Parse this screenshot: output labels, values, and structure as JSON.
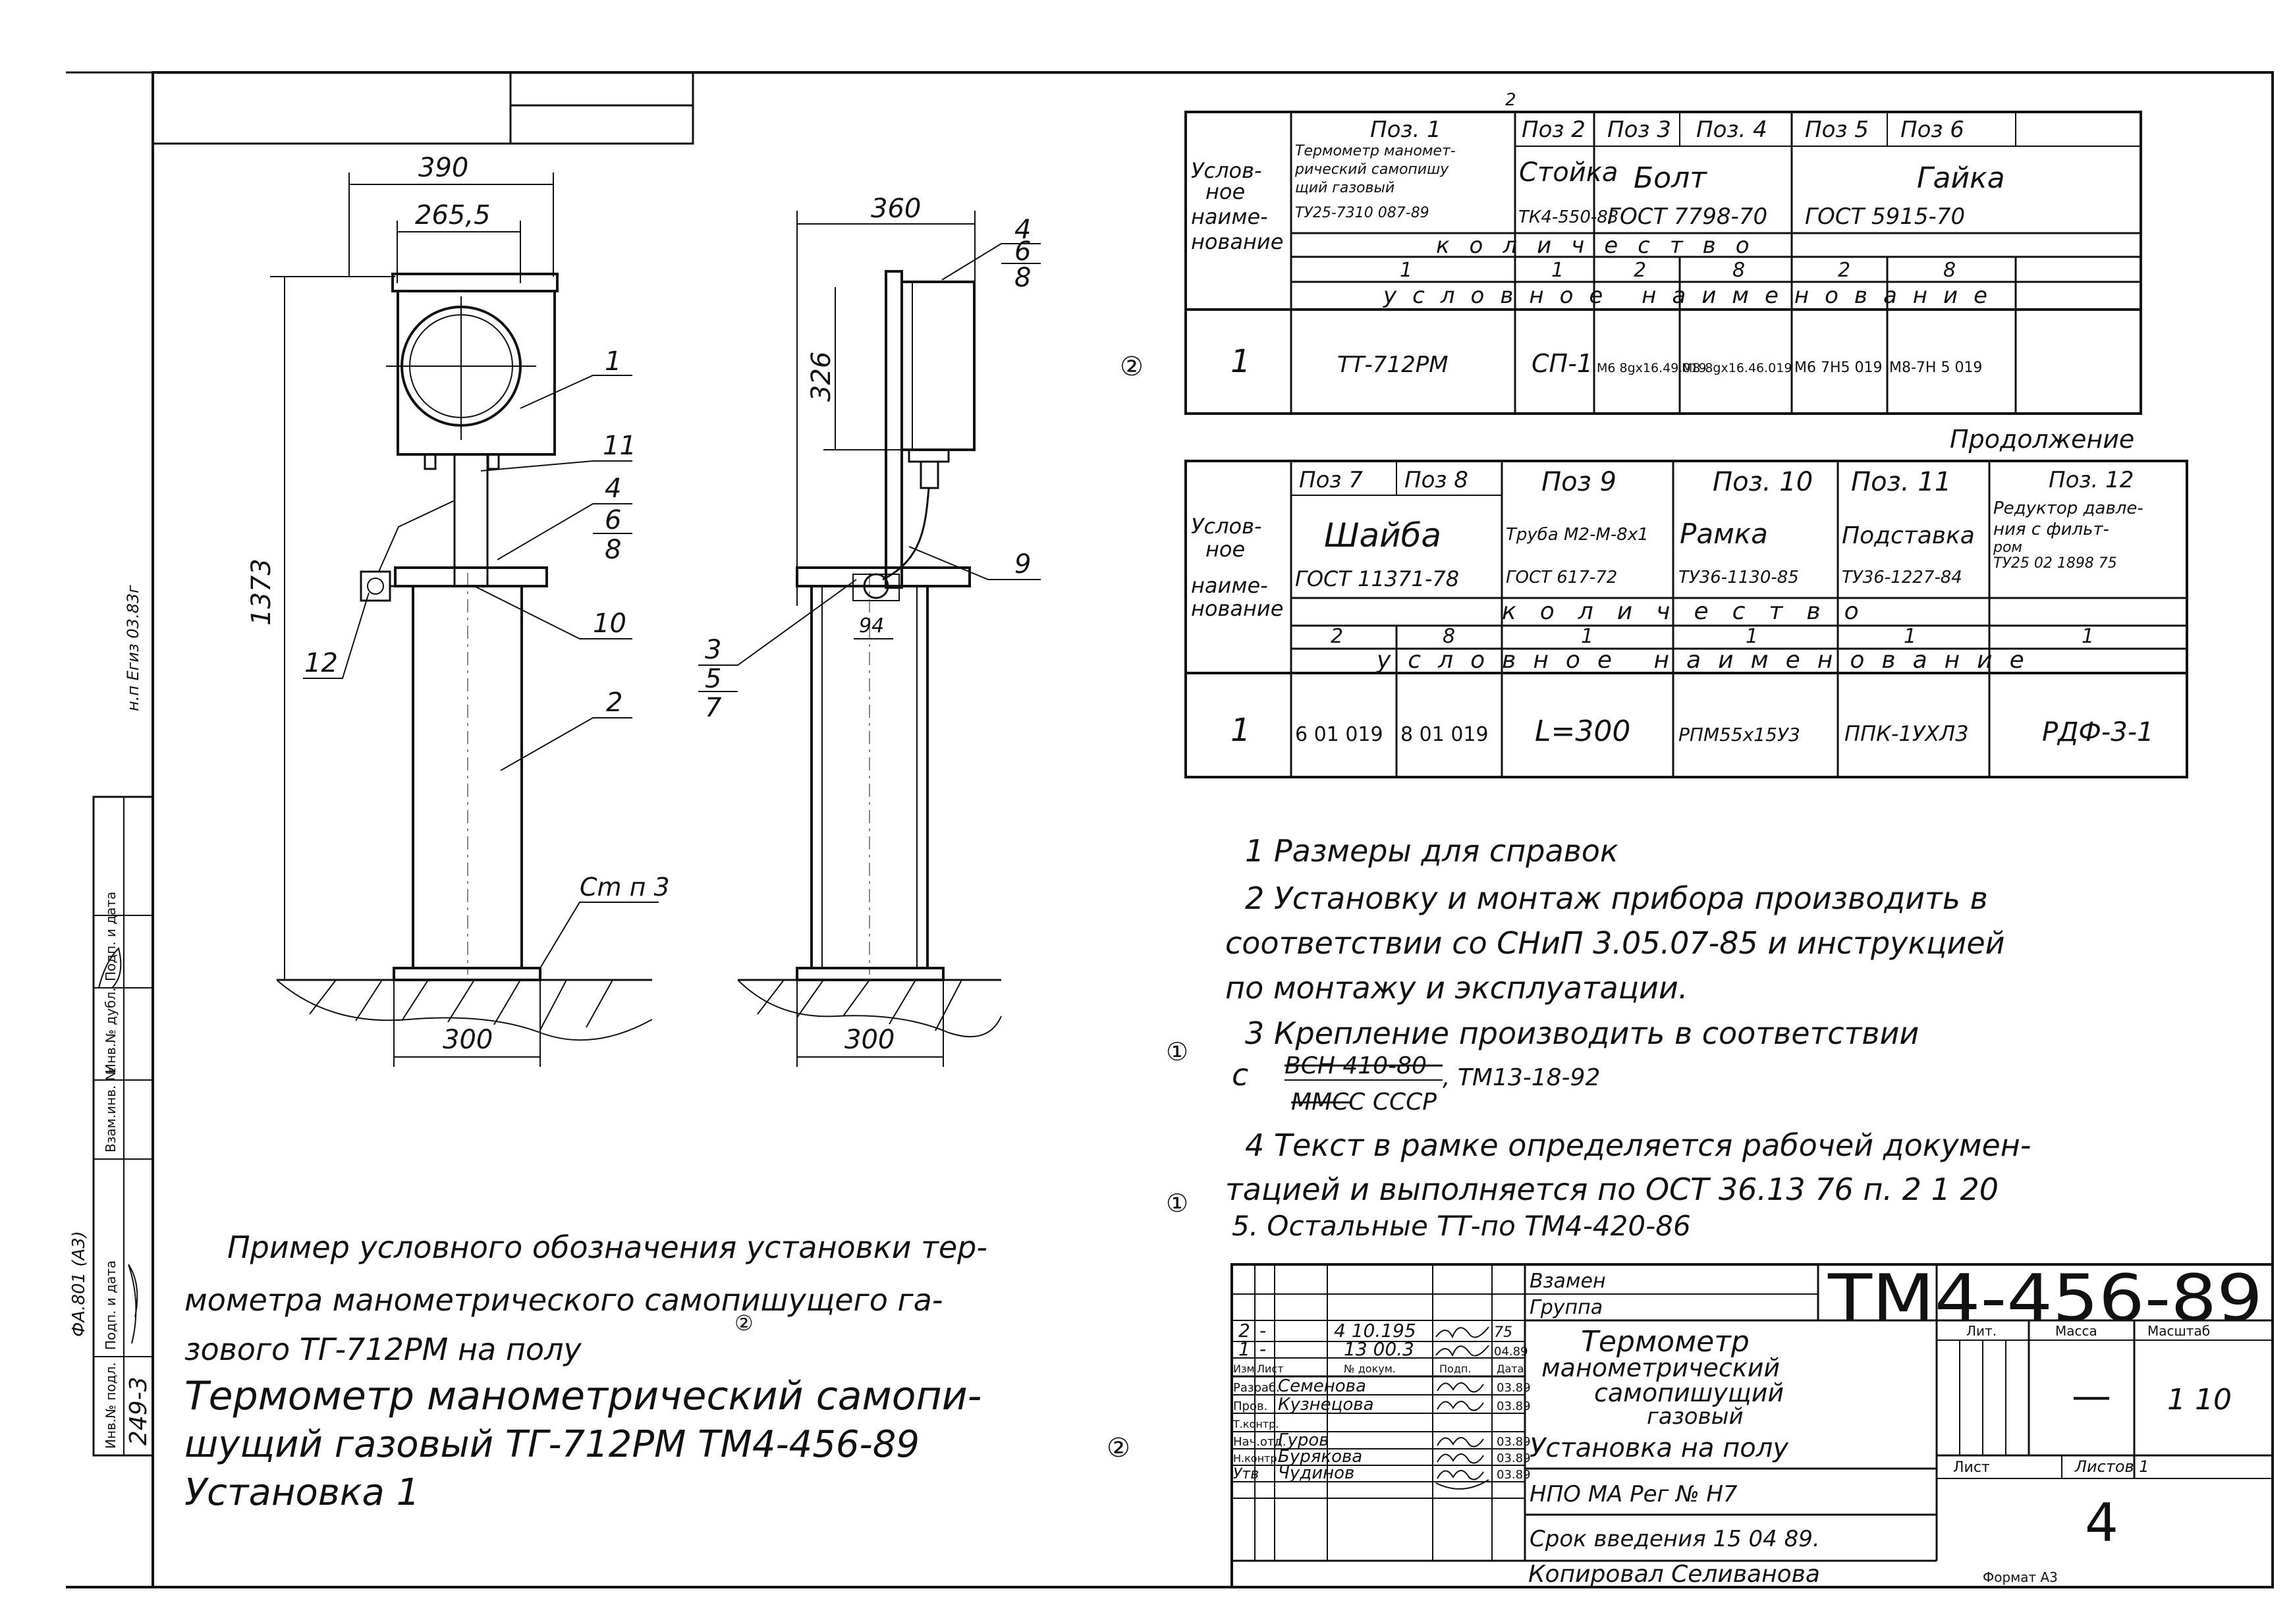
{
  "spec_table_1": {
    "top_label": "2",
    "row_header": [
      "Услов-",
      "ное",
      "наиме-",
      "нование"
    ],
    "positions": [
      {
        "pos": "Поз. 1",
        "name_lines": [
          "Термометр маномет-",
          "рический самопишу",
          "щий газовый",
          "ТУ25-7310 087-89"
        ],
        "qty": "1",
        "cond": "ТТ-712РМ"
      },
      {
        "pos": "Поз 2",
        "name_lines": [
          "Стойка",
          "ТК4-550-83"
        ],
        "qty": "1",
        "cond": "СП-1"
      },
      {
        "pos": "Поз 3",
        "qty": "2",
        "cond": "М6 8gх16.49.019"
      },
      {
        "pos": "Поз. 4",
        "qty": "8",
        "cond": "М8-8gх16.46.019"
      },
      {
        "pos": "Поз 5",
        "qty": "2",
        "cond": "М6 7Н5 019"
      },
      {
        "pos": "Поз 6",
        "qty": "8",
        "cond": "М8-7Н 5 019"
      }
    ],
    "bolt": {
      "name": "Болт",
      "std": "ГОСТ 7798-70"
    },
    "nut": {
      "name": "Гайка",
      "std": "ГОСТ 5915-70"
    },
    "qty_label": "количество",
    "cond_label": "условное наименование",
    "row_id": "1",
    "circle_mark": "②"
  },
  "continuation_label": "Продолжение",
  "spec_table_2": {
    "row_header": [
      "Услов-",
      "ное",
      "наиме-",
      "нование"
    ],
    "positions": [
      {
        "pos": "Поз 7",
        "qty": "2",
        "cond": "6 01 019"
      },
      {
        "pos": "Поз 8",
        "qty": "8",
        "cond": "8 01 019"
      },
      {
        "pos": "Поз 9",
        "name_lines": [
          "Труба М2-М-8х1",
          "ГОСТ 617-72"
        ],
        "qty": "1",
        "cond": "L=300"
      },
      {
        "pos": "Поз. 10",
        "name_lines": [
          "Рамка",
          "ТУ36-1130-85"
        ],
        "qty": "1",
        "cond": "РПМ55х15У3"
      },
      {
        "pos": "Поз. 11",
        "name_lines": [
          "Подставка",
          "ТУ36-1227-84"
        ],
        "qty": "1",
        "cond": "ППК-1УХЛ3"
      },
      {
        "pos": "Поз. 12",
        "name_lines": [
          "Редуктор давле-",
          "ния с фильт-",
          "ром",
          "ТУ25 02 1898 75"
        ],
        "qty": "1",
        "cond": "РДФ-3-1"
      }
    ],
    "washer": {
      "name": "Шайба",
      "std": "ГОСТ 11371-78"
    },
    "qty_label": "количество",
    "cond_label": "условное наименование",
    "row_id": "1"
  },
  "notes": [
    "1 Размеры для справок",
    "2 Установку и монтаж прибора производить в",
    "соответствии со СНиП 3.05.07-85 и инструкцией",
    "по монтажу и эксплуатации.",
    "3 Крепление производить в соответствии",
    "с",
    "ВСН 410-80",
    "ММСС СССР",
    ", ТМ13-18-92",
    "4 Текст в рамке определяется рабочей докумен-",
    "тацией и выполняется по ОСТ 36.13 76 п. 2 1 20",
    "5. Остальные ТТ-по ТМ4-420-86"
  ],
  "note_marks": [
    "①",
    "①"
  ],
  "example": {
    "lines": [
      "Пример условного обозначения установки тер-",
      "мометра манометрического самопишущего га-",
      "зового ТГ-712РМ на полу"
    ],
    "big_lines": [
      "Термометр манометрический самопи-",
      "шущий газовый ТГ-712РМ ТМ4-456-89",
      "Установка 1"
    ],
    "marks": [
      "②",
      "②"
    ]
  },
  "front_view": {
    "dims": [
      "390",
      "265,5",
      "1373",
      "300"
    ],
    "callouts": [
      "1",
      "11",
      "4",
      "6",
      "8",
      "10",
      "12",
      "2"
    ],
    "ground_label": "Cm п 3"
  },
  "side_view": {
    "dims": [
      "360",
      "326",
      "94",
      "300"
    ],
    "callouts": [
      "4",
      "6",
      "8",
      "9",
      "3",
      "5",
      "7"
    ]
  },
  "title_block": {
    "code": "ТМ4-456-89",
    "replaces_label": "Взамен",
    "group_label": "Группа",
    "title_lines": [
      "Термометр",
      "манометрический",
      "самопишущий",
      "газовый",
      "Установка на полу"
    ],
    "org": "НПО МА Рег № Н7",
    "intro_date": "Срок введения 15 04 89.",
    "copied": "Копировал Селиванова",
    "format": "Формат А3",
    "lit_label": "Лит.",
    "mass_label": "Масса",
    "scale_label": "Масштаб",
    "mass_value": "—",
    "scale_value": "1 10",
    "sheet_label": "Лист",
    "sheets_label": "Листов 1",
    "sheet_number": "4",
    "rev_rows": [
      {
        "n": "2",
        "mark": "-",
        "doc": "4 10.195",
        "date": "75"
      },
      {
        "n": "1",
        "mark": "-",
        "doc": "13 00.3",
        "date": "04.89"
      }
    ],
    "headers": [
      "Изм",
      "Лист",
      "№ докум.",
      "Подп.",
      "Дата"
    ],
    "staff": [
      {
        "role": "Разраб.",
        "name": "Семенова",
        "date": "03.89"
      },
      {
        "role": "Пров.",
        "name": "Кузнецова",
        "date": "03.89"
      },
      {
        "role": "Т.контр.",
        "name": "",
        "date": ""
      },
      {
        "role": "Нач.отд.",
        "name": "Гуров",
        "date": "03.89"
      },
      {
        "role": "Н.контр.",
        "name": "Бурякова",
        "date": "03.89"
      },
      {
        "role": "Утв",
        "name": "Чудинов",
        "date": "03.89"
      }
    ]
  },
  "side_stamp": {
    "cols": [
      "Инв.№ подл.",
      "Подп. и дата",
      "Взам.инв. №",
      "Инв.№ дубл.",
      "Подп. и дата"
    ],
    "values": [
      "249-3",
      "",
      "",
      "",
      ""
    ],
    "vertical_notes": [
      "ФА.801 (А3)",
      "н.п Егиз 03.83г"
    ]
  }
}
